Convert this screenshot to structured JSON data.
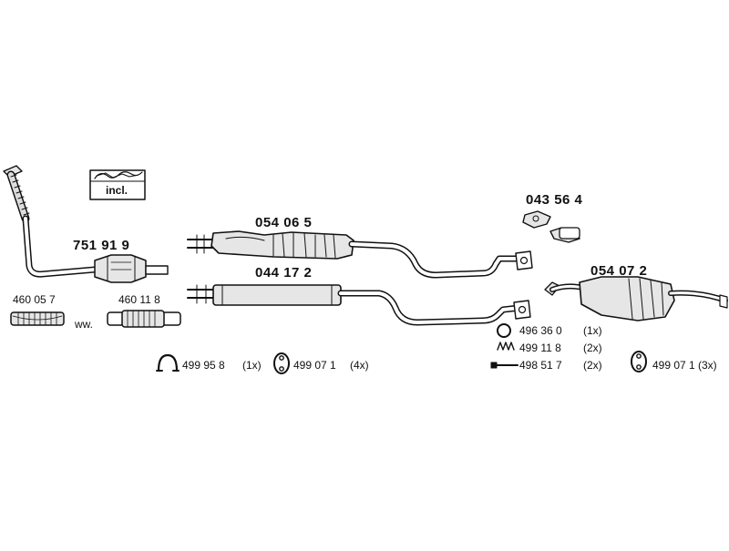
{
  "diagram": {
    "accent_color": "#111111",
    "fill_color": "#e6e6e6",
    "parts": {
      "catalytic_converter": {
        "number": "751 91 9",
        "icon": "catalytic-converter"
      },
      "fitting_kit": {
        "label": "incl.",
        "icon": "fitting-kit-box"
      },
      "flex_pipe_1": {
        "number": "460 05 7",
        "icon": "flex-pipe"
      },
      "flex_pipe_2": {
        "number": "460 11 8",
        "icon": "flex-pipe"
      },
      "alt_marker": "ww.",
      "front_silencer_upper": {
        "number": "054 06 5",
        "icon": "front-silencer"
      },
      "front_silencer_lower": {
        "number": "044 17 2",
        "icon": "front-silencer"
      },
      "connector": {
        "number": "043 56 4",
        "icon": "pipe-connector"
      },
      "rear_silencer": {
        "number": "054 07 2",
        "icon": "rear-silencer"
      }
    },
    "accessories": [
      {
        "number": "499 95 8",
        "qty": "(1x)",
        "icon": "clamp-icon"
      },
      {
        "number": "499 07 1",
        "qty": "(4x)",
        "icon": "rubber-mount-icon"
      },
      {
        "number": "496 36 0",
        "qty": "(1x)",
        "icon": "gasket-ring-icon"
      },
      {
        "number": "499 11 8",
        "qty": "(2x)",
        "icon": "spring-icon"
      },
      {
        "number": "498 51 7",
        "qty": "(2x)",
        "icon": "bolt-icon"
      },
      {
        "number": "499 07 1",
        "qty": "(3x)",
        "icon": "rubber-mount-icon"
      }
    ]
  }
}
